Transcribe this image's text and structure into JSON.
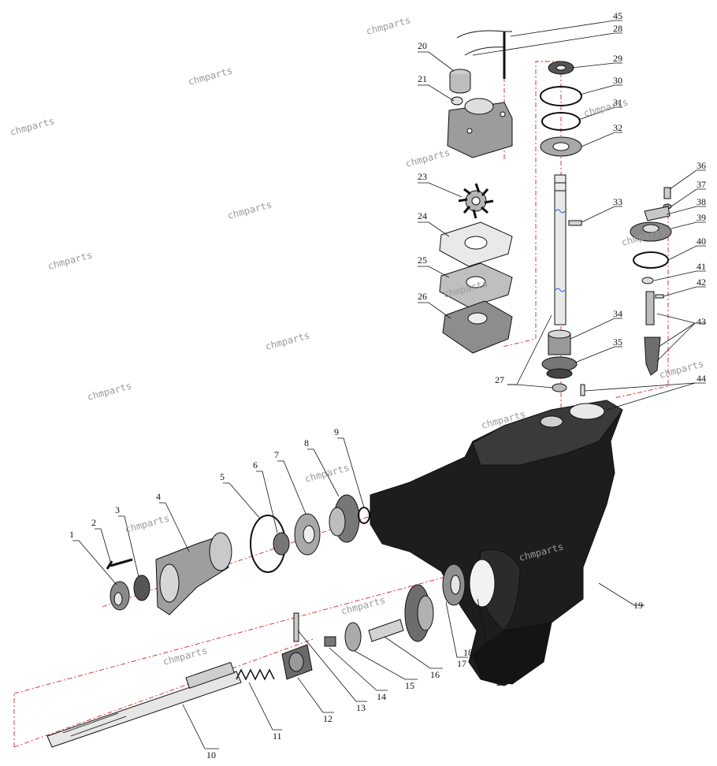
{
  "watermarks": [
    "chmparts",
    "chmparts",
    "chmparts",
    "chmparts",
    "chmparts",
    "chmparts",
    "chmparts",
    "chmparts",
    "chmparts",
    "chmparts",
    "chmparts",
    "chmparts",
    "chmparts",
    "chmparts",
    "chmparts",
    "chmparts",
    "chmparts",
    "chmparts"
  ],
  "parts": [
    "1",
    "2",
    "3",
    "4",
    "5",
    "6",
    "7",
    "8",
    "9",
    "10",
    "11",
    "12",
    "13",
    "14",
    "15",
    "16",
    "17",
    "18",
    "19",
    "20",
    "21",
    "22",
    "23",
    "24",
    "25",
    "26",
    "27",
    "28",
    "29",
    "30",
    "31",
    "32",
    "33",
    "34",
    "35",
    "36",
    "37",
    "38",
    "39",
    "40",
    "41",
    "42",
    "43",
    "44",
    "45"
  ],
  "colors": {
    "ink": "#111111",
    "axis": "#dd2222",
    "watermark": "#9a9a9a",
    "marker": "#2a5bd7",
    "housing": "#1d1d1d"
  }
}
